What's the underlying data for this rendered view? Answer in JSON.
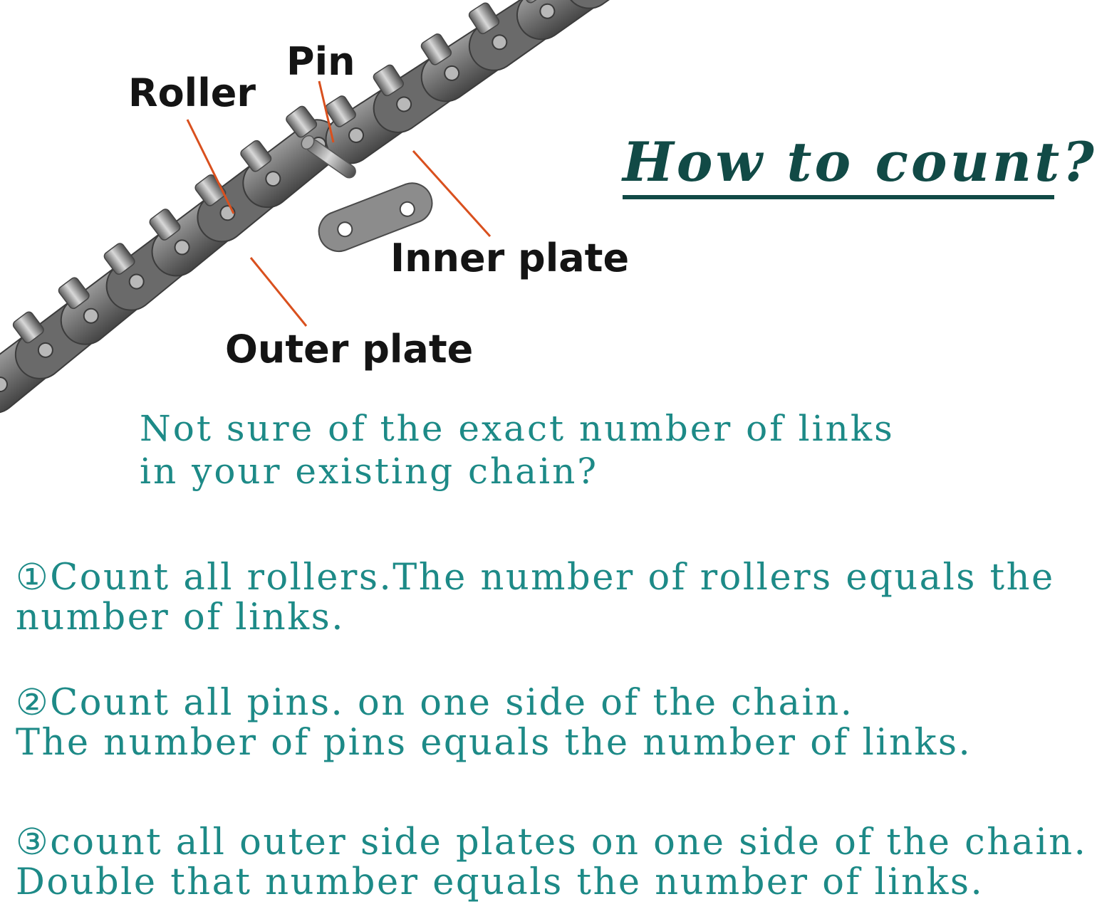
{
  "diagram": {
    "labels": {
      "pin": "Pin",
      "roller": "Roller",
      "inner_plate": "Inner plate",
      "outer_plate": "Outer plate"
    },
    "colors": {
      "chain_metal": "#7a7a7a",
      "leader_line": "#d9501e"
    }
  },
  "title": "How to count?",
  "intro": {
    "line1": "Not sure of the exact number of links",
    "line2": "in your existing chain?"
  },
  "steps": [
    {
      "line1": "①Count all rollers.The number of rollers equals the",
      "line2": "number of links."
    },
    {
      "line1": "②Count all pins. on one side of the chain.",
      "line2": "The number of pins equals the number of links."
    },
    {
      "line1": "③count all outer side plates on one side of the chain.",
      "line2": "Double that number equals the number of links."
    }
  ],
  "colors": {
    "title": "#114a46",
    "body_text": "#1d8a87"
  }
}
